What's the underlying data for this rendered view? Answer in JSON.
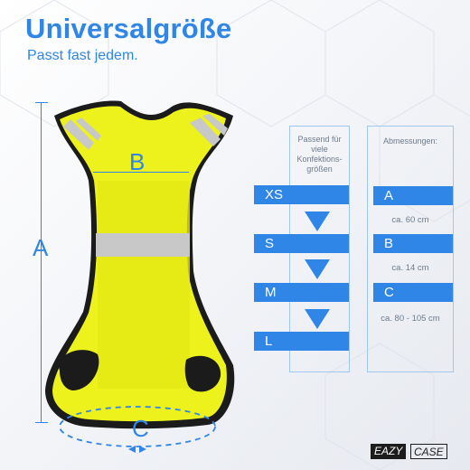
{
  "title": "Universalgröße",
  "subtitle": "Passt fast jedem.",
  "diagram": {
    "label_a": "A",
    "label_b": "B",
    "label_c": "C"
  },
  "sizes_box": {
    "header": [
      "Passend für",
      "viele",
      "Konfektions-",
      "größen"
    ],
    "sizes": [
      "XS",
      "S",
      "M",
      "L"
    ]
  },
  "measures_box": {
    "header": "Abmessungen:",
    "items": [
      {
        "letter": "A",
        "value": "ca. 60 cm"
      },
      {
        "letter": "B",
        "value": "ca. 14 cm"
      },
      {
        "letter": "C",
        "value": "ca. 80 - 105 cm"
      }
    ]
  },
  "logo": {
    "easy": "EAZY",
    "case": "CASE"
  },
  "colors": {
    "accent": "#2f86e6",
    "vest": "#eef21c",
    "trim": "#1b1b1b",
    "reflective": "#c8c8c8"
  }
}
